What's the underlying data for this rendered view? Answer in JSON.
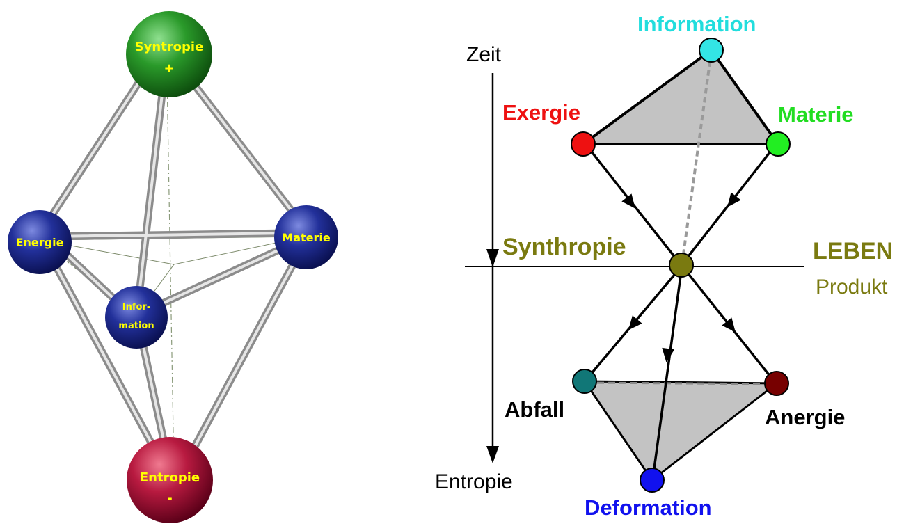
{
  "left_diagram": {
    "syntropie": {
      "line1": "Syntropie",
      "line2": "+"
    },
    "energie": "Energie",
    "materie": "Materie",
    "information": {
      "line1": "Infor-",
      "line2": "mation"
    },
    "entropie": {
      "line1": "Entropie",
      "line2": "-"
    }
  },
  "right_diagram": {
    "axis_top_label": "Zeit",
    "axis_bottom_label": "Entropie",
    "information": "Information",
    "exergie": "Exergie",
    "materie": "Materie",
    "synthropie": "Synthropie",
    "leben": "LEBEN",
    "produkt": "Produkt",
    "abfall": "Abfall",
    "anergie": "Anergie",
    "deformation": "Deformation"
  },
  "colors": {
    "green_sphere": "#1f8f1f",
    "blue_sphere": "#1c2a8c",
    "red_sphere": "#b0183c",
    "label_yellow": "#ffff00",
    "information_cyan": "#22dddd",
    "exergie_red": "#ee1111",
    "materie_green": "#22dd22",
    "synthropie_olive": "#7a7a10",
    "abfall_teal": "#117777",
    "anergie_darkred": "#770000",
    "deformation_blue": "#1111ee"
  }
}
